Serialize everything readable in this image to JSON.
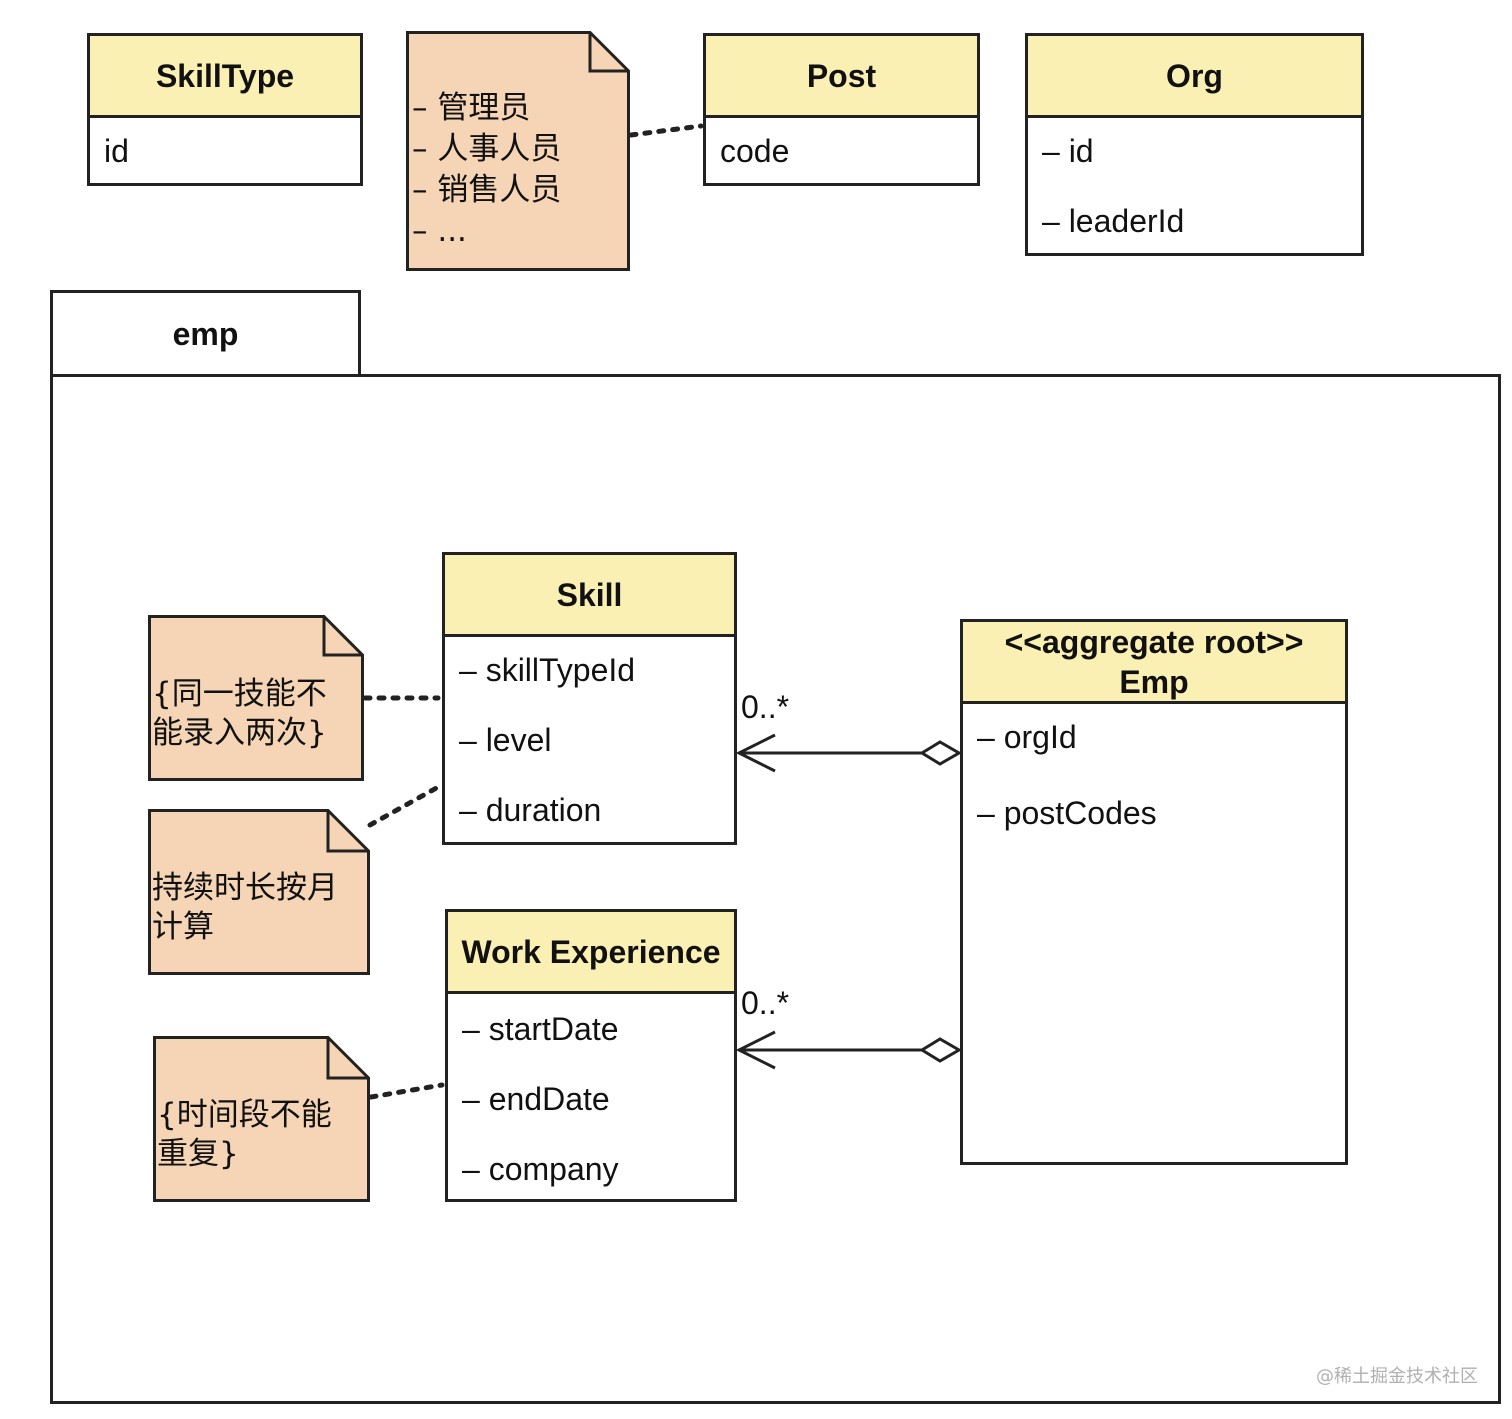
{
  "skilltype": {
    "title": "SkillType",
    "attrs": [
      "id"
    ]
  },
  "post_note": {
    "lines": [
      "– 管理员",
      "– 人事人员",
      "– 销售人员",
      "– ..."
    ]
  },
  "post": {
    "title": "Post",
    "attrs": [
      "code"
    ]
  },
  "org": {
    "title": "Org",
    "attrs": [
      "– id",
      "– leaderId"
    ]
  },
  "package": {
    "name": "emp"
  },
  "skill": {
    "title": "Skill",
    "attrs": [
      "– skillTypeId",
      "– level",
      "– duration"
    ]
  },
  "work_experience": {
    "title": "Work Experience",
    "attrs": [
      "– startDate",
      "– endDate",
      "– company"
    ]
  },
  "emp": {
    "stereotype": "<<aggregate root>>",
    "title": "Emp",
    "attrs": [
      "– orgId",
      "– postCodes"
    ]
  },
  "notes": {
    "skill_unique": "{同一技能不\n能录入两次}",
    "duration_month": "持续时长按月\n计算",
    "no_overlap": "{时间段不能\n重复}"
  },
  "multiplicity": {
    "skill": "0..*",
    "work_experience": "0..*"
  },
  "watermark": "@稀土掘金技术社区",
  "colors": {
    "class_header": "#fbf0b4",
    "note_fill": "#f5d5b5",
    "line": "#222222"
  }
}
